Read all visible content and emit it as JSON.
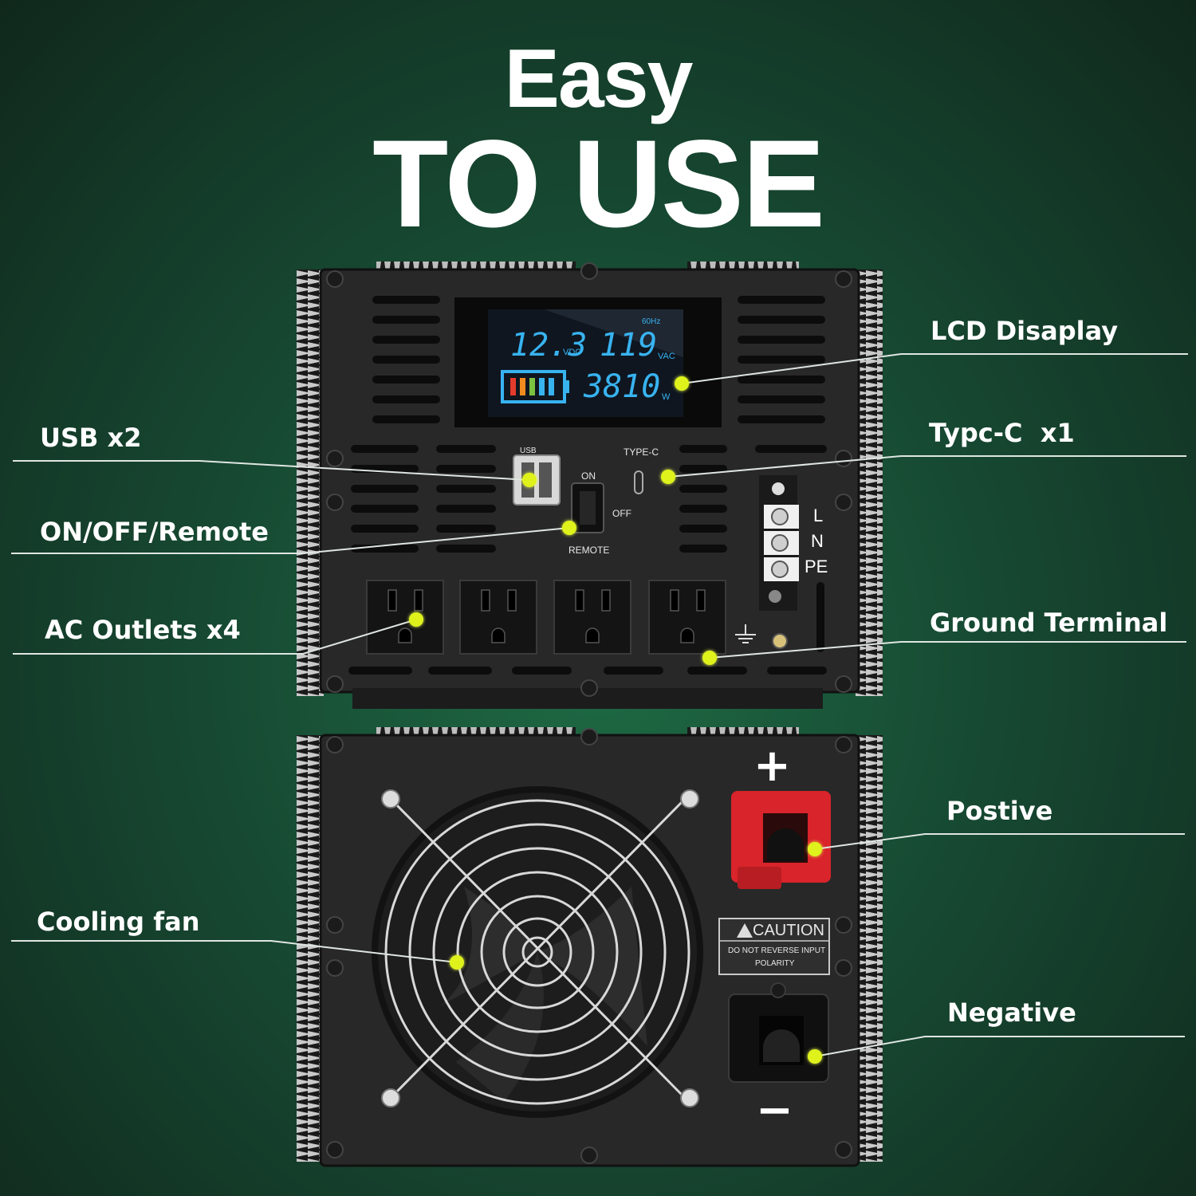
{
  "headline": {
    "line1": "Easy",
    "line2": "TO USE"
  },
  "callouts": {
    "lcd": "LCD Disaplay",
    "usb": "USB x2",
    "typec": "Typc-C  x1",
    "onoff": "ON/OFF/Remote",
    "ac": "AC Outlets x4",
    "ground": "Ground Terminal",
    "positive": "Postive",
    "cooling": "Cooling fan",
    "negative": "Negative"
  },
  "lcd_screen": {
    "vdc": "12.3",
    "vdc_unit": "VDC",
    "vac": "119",
    "vac_unit": "VAC",
    "watts": "3810",
    "watts_unit": "W",
    "freq": "60Hz"
  },
  "front_panel": {
    "usb_tag": "USB",
    "typec_tag": "TYPE-C",
    "on": "ON",
    "off": "OFF",
    "remote": "REMOTE",
    "terminal_L": "L",
    "terminal_N": "N",
    "terminal_PE": "PE"
  },
  "rear_panel": {
    "plus": "+",
    "minus": "−",
    "caution_title": "CAUTION",
    "caution_line1": "DO NOT REVERSE INPUT",
    "caution_line2": "POLARITY"
  },
  "colors": {
    "dot": "#dff21b",
    "body": "#2a2a2a",
    "lcd": "#38b3f0",
    "positive": "#d8242a"
  }
}
